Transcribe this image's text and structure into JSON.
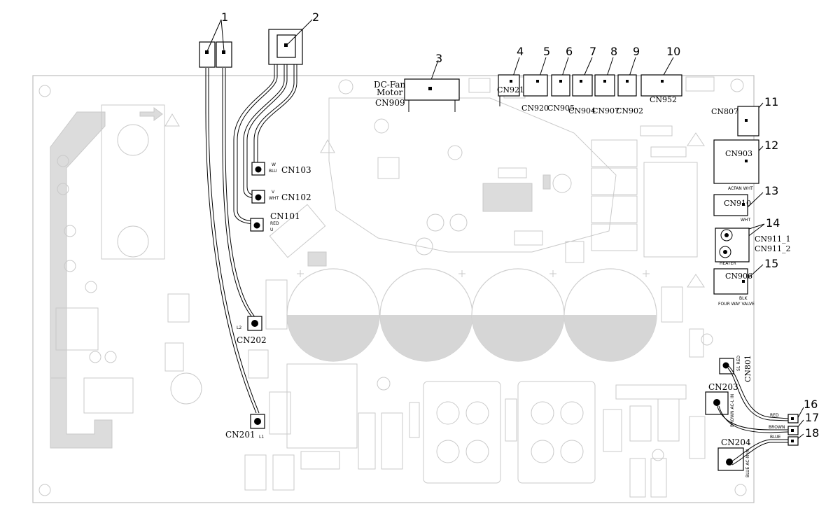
{
  "callouts": [
    "1",
    "2",
    "3",
    "4",
    "5",
    "6",
    "7",
    "8",
    "9",
    "10",
    "11",
    "12",
    "13",
    "14",
    "15",
    "16",
    "17",
    "18"
  ],
  "connectors": {
    "cn909": "CN909",
    "dc_fan_motor": [
      "DC-Fan",
      "Motor"
    ],
    "cn921": "CN921",
    "cn920": "CN920",
    "cn905": "CN905",
    "cn904": "CN904",
    "cn907": "CN907",
    "cn902": "CN902",
    "cn952": "CN952",
    "cn807": "CN807",
    "cn903": "CN903",
    "cn910": "CN910",
    "cn911_1": "CN911_1",
    "cn911_2": "CN911_2",
    "cn906": "CN906",
    "cn103": "CN103",
    "cn102": "CN102",
    "cn101": "CN101",
    "cn202": "CN202",
    "cn201": "CN201",
    "cn801": "CN801",
    "cn203": "CN203",
    "cn204": "CN204"
  },
  "terminal_tags": {
    "cn103_w": "W",
    "cn103_color": "BLU",
    "cn102_v": "V",
    "cn102_color": "WHT",
    "cn101_color": "RED",
    "cn101_u": "U",
    "cn202_l2": "L2",
    "cn201_l1": "L1",
    "cn801_tag": "S1 RED",
    "cn203_tag": "BROWN AC-L IN",
    "cn204_tag": "BLUE AC-N IN",
    "cn906_tag": "BLK",
    "cn906_sub": "FOUR WAY VALVE",
    "cn903_tag": "ACFAN WHT",
    "cn910_tag": "WHT",
    "heater": "HEATER",
    "wire_red": "RED",
    "wire_brown": "BROWN",
    "wire_blue": "BLUE"
  }
}
